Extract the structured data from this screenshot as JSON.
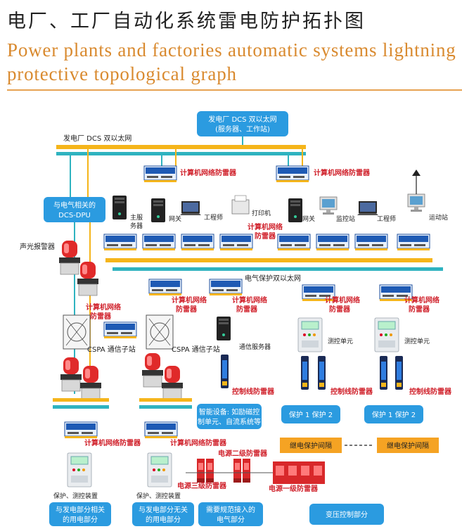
{
  "header": {
    "title_cn": "电厂、工厂自动化系统雷电防护拓扑图",
    "title_en": "Power plants and factories automatic systems lightning protective topological graph"
  },
  "diagram": {
    "dcs_top_box": [
      "发电厂 DCS 双以太网",
      "(服务器、工作站)"
    ],
    "dcs_bus_label": "发电厂 DCS 双以太网",
    "net_spd_label": "计算机网络防雷器",
    "net_spd_label_lines": [
      "计算机网络",
      "防雷器"
    ],
    "dpu_box": [
      "与电气相关的",
      "DCS-DPU"
    ],
    "alarm_label": "声光报警器",
    "main_server_label": [
      "主服",
      "务器"
    ],
    "gateway_label": "网关",
    "engineer_label": "工程师",
    "printer_label": "打印机",
    "monitor_label": "监控站",
    "operator_label": "运动站",
    "elec_bus_label": "电气保护双以太网",
    "cspa_label": "CSPA 通信子站",
    "comm_server_label": "通信服务器",
    "measure_unit_label": "测控单元",
    "ctrl_spd_label": "控制线防雷器",
    "smart_box": [
      "智能设备: 如励磁控",
      "制单元、自流系统等"
    ],
    "protect_box": "保护 1  保护 2",
    "protect_device_label": "保护、测控装置",
    "relay_room_label": "继电保护间隔",
    "pwr2_label": "电源二级防雷器",
    "pwr3_label": "电源三级防雷器",
    "pwr1_label": "电源一级防雷器",
    "bottom_boxes": [
      [
        "与发电部分相关",
        "的用电部分"
      ],
      [
        "与发电部分无关",
        "的用电部分"
      ],
      [
        "需要规范接入的",
        "电气部分"
      ]
    ],
    "transformer_label": "变压控制部分"
  },
  "colors": {
    "bus_orange": "#f5b51a",
    "bus_teal": "#2fb3c0",
    "box_blue": "#2b9be0",
    "relay_orange": "#f5a323",
    "accent_red": "#d0222c",
    "title_orange": "#d98a2f"
  }
}
